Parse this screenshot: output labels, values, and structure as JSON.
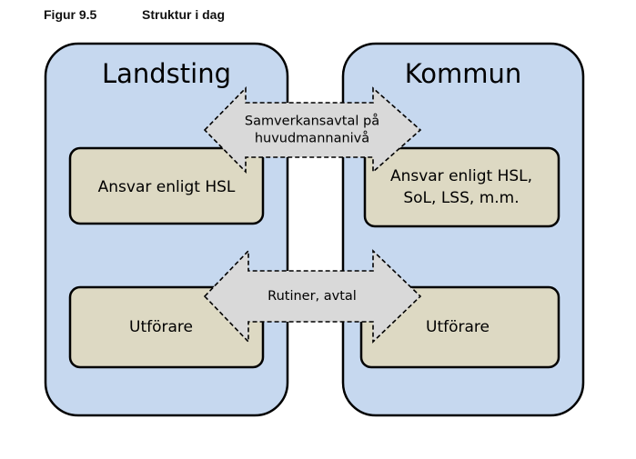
{
  "figure": {
    "number": "Figur 9.5",
    "title": "Struktur i dag"
  },
  "groups": {
    "left": {
      "title": "Landsting"
    },
    "right": {
      "title": "Kommun"
    }
  },
  "boxes": {
    "left_top": {
      "lines": [
        "Ansvar enligt HSL"
      ]
    },
    "left_bottom": {
      "lines": [
        "Utförare"
      ]
    },
    "right_top": {
      "lines": [
        "Ansvar enligt HSL,",
        "SoL, LSS, m.m."
      ]
    },
    "right_bottom": {
      "lines": [
        "Utförare"
      ]
    }
  },
  "arrows": {
    "top": {
      "lines": [
        "Samverkansavtal på",
        "huvudmannanivå"
      ]
    },
    "bottom": {
      "lines": [
        "Rutiner, avtal"
      ]
    }
  },
  "colors": {
    "group_fill": "#c6d8ef",
    "box_fill": "#ddd9c3",
    "arrow_fill": "#d9d9d9",
    "stroke": "#000000"
  }
}
